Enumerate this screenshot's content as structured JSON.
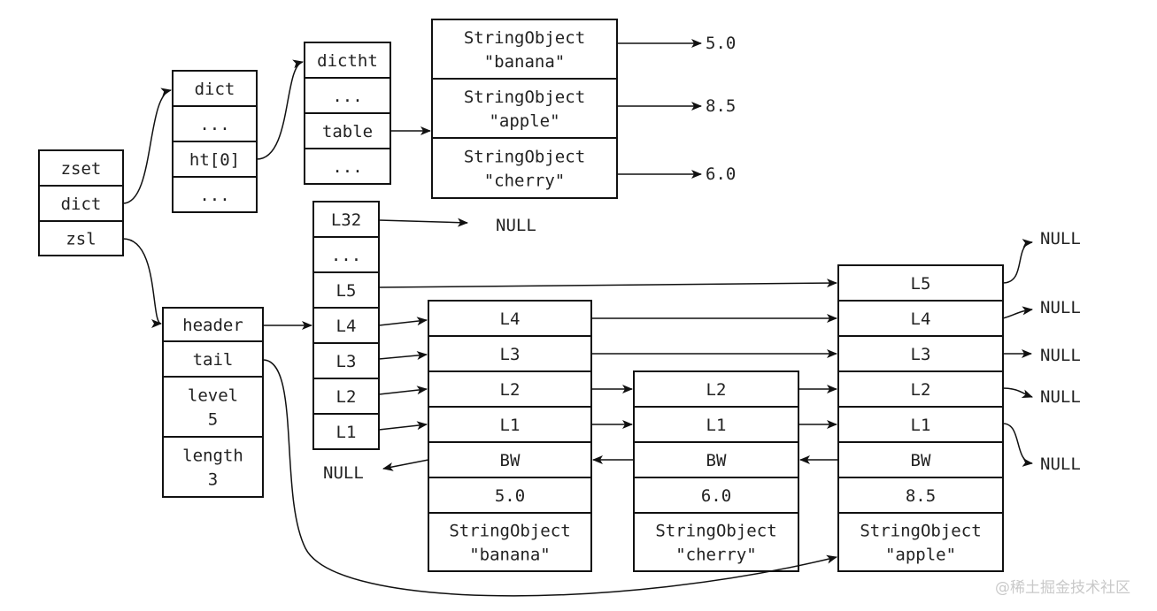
{
  "zset": {
    "fields": [
      "zset",
      "dict",
      "zsl"
    ]
  },
  "dict": {
    "fields": [
      "dict",
      "...",
      "ht[0]",
      "..."
    ]
  },
  "dictht": {
    "fields": [
      "dictht",
      "...",
      "table",
      "..."
    ]
  },
  "dict_entries": [
    {
      "key": [
        "StringObject",
        "\"banana\""
      ],
      "score": "5.0"
    },
    {
      "key": [
        "StringObject",
        "\"apple\""
      ],
      "score": "8.5"
    },
    {
      "key": [
        "StringObject",
        "\"cherry\""
      ],
      "score": "6.0"
    }
  ],
  "zskiplist": {
    "fields": [
      [
        "header"
      ],
      [
        "tail"
      ],
      [
        "level",
        "5"
      ],
      [
        "length",
        "3"
      ]
    ]
  },
  "header_levels": [
    "L32",
    "...",
    "L5",
    "L4",
    "L3",
    "L2",
    "L1"
  ],
  "null_label": "NULL",
  "nodes": [
    {
      "levels": [
        "L4",
        "L3",
        "L2",
        "L1"
      ],
      "backward": "BW",
      "score": "5.0",
      "obj": [
        "StringObject",
        "\"banana\""
      ]
    },
    {
      "levels": [
        "L2",
        "L1"
      ],
      "backward": "BW",
      "score": "6.0",
      "obj": [
        "StringObject",
        "\"cherry\""
      ]
    },
    {
      "levels": [
        "L5",
        "L4",
        "L3",
        "L2",
        "L1"
      ],
      "backward": "BW",
      "score": "8.5",
      "obj": [
        "StringObject",
        "\"apple\""
      ]
    }
  ],
  "watermark": "@稀土掘金技术社区"
}
